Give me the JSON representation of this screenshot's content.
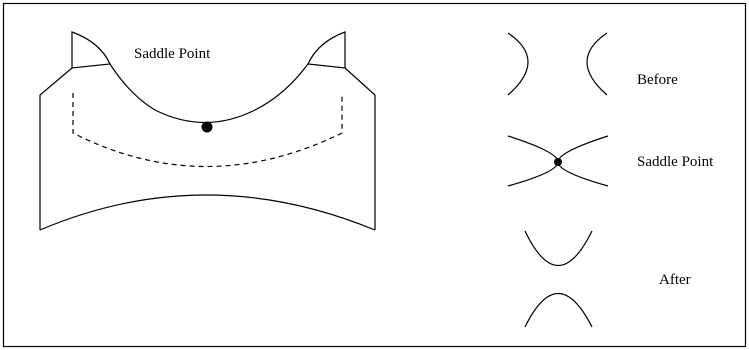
{
  "labels": {
    "surface_title": "Saddle Point",
    "before": "Before",
    "saddle_point": "Saddle Point",
    "after": "After"
  },
  "colors": {
    "stroke": "#000000",
    "background": "#ffffff"
  }
}
